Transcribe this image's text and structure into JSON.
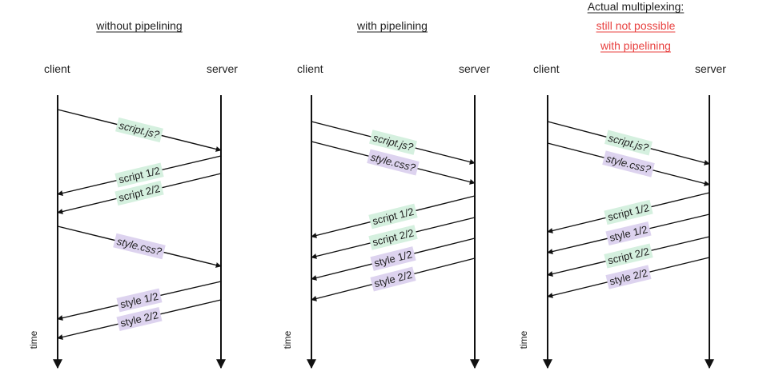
{
  "colors": {
    "line": "#111111",
    "title_alert": "#e8403f",
    "script_label_bg": "#d5f0df",
    "style_label_bg": "#ddd3ef"
  },
  "panels": [
    {
      "title_lines": [
        "without pipelining"
      ],
      "client_label": "client",
      "server_label": "server",
      "time_label": "time",
      "messages": [
        {
          "text": "script.js?",
          "kind": "script",
          "dir": "request",
          "italic": true
        },
        {
          "text": "script 1/2",
          "kind": "script",
          "dir": "response",
          "italic": false
        },
        {
          "text": "script 2/2",
          "kind": "script",
          "dir": "response",
          "italic": false
        },
        {
          "text": "style.css?",
          "kind": "style",
          "dir": "request",
          "italic": true
        },
        {
          "text": "style 1/2",
          "kind": "style",
          "dir": "response",
          "italic": false
        },
        {
          "text": "style 2/2",
          "kind": "style",
          "dir": "response",
          "italic": false
        }
      ]
    },
    {
      "title_lines": [
        "with pipelining"
      ],
      "client_label": "client",
      "server_label": "server",
      "time_label": "time",
      "messages": [
        {
          "text": "script.js?",
          "kind": "script",
          "dir": "request",
          "italic": true
        },
        {
          "text": "style.css?",
          "kind": "style",
          "dir": "request",
          "italic": true
        },
        {
          "text": "script 1/2",
          "kind": "script",
          "dir": "response",
          "italic": false
        },
        {
          "text": "script 2/2",
          "kind": "script",
          "dir": "response",
          "italic": false
        },
        {
          "text": "style 1/2",
          "kind": "style",
          "dir": "response",
          "italic": false
        },
        {
          "text": "style 2/2",
          "kind": "style",
          "dir": "response",
          "italic": false
        }
      ]
    },
    {
      "title_lines": [
        "Actual multiplexing:",
        "still not possible",
        "with pipelining"
      ],
      "client_label": "client",
      "server_label": "server",
      "time_label": "time",
      "messages": [
        {
          "text": "script.js?",
          "kind": "script",
          "dir": "request",
          "italic": true
        },
        {
          "text": "style.css?",
          "kind": "style",
          "dir": "request",
          "italic": true
        },
        {
          "text": "script 1/2",
          "kind": "script",
          "dir": "response",
          "italic": false
        },
        {
          "text": "style 1/2",
          "kind": "style",
          "dir": "response",
          "italic": false
        },
        {
          "text": "script 2/2",
          "kind": "script",
          "dir": "response",
          "italic": false
        },
        {
          "text": "style 2/2",
          "kind": "style",
          "dir": "response",
          "italic": false
        }
      ]
    }
  ]
}
